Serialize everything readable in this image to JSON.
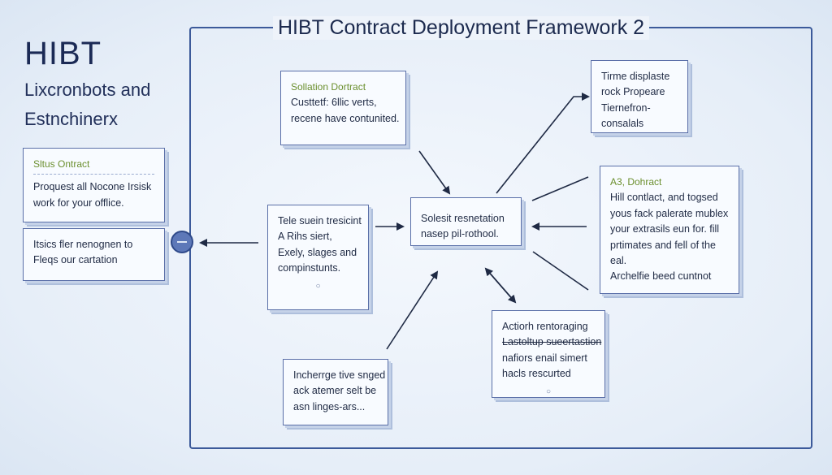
{
  "left": {
    "title": "HIBT",
    "sub1": "Lixcronbots and",
    "sub2": "Estnchinerx"
  },
  "frame": {
    "title": "HIBT Contract Deployment Framework 2"
  },
  "cards": {
    "left_top": {
      "header": "Sltus Ontract",
      "lines": [
        "Proquest all Nocone Irsisk",
        "work for your offlice."
      ]
    },
    "left_bottom": {
      "lines": [
        "Itsics fler nenognen to",
        "Fleqs our cartation"
      ]
    },
    "solation": {
      "header": "Sollation Dortract",
      "lines": [
        "Custtetf: 6llic verts,",
        "recene have contunited."
      ]
    },
    "top_right": {
      "lines": [
        "Tirme displaste",
        "rock Propeare",
        "Tiernefron-",
        "consalals"
      ]
    },
    "mid_left": {
      "lines": [
        "Tele suein tresicint",
        "A Rihs siert,",
        "Exely, slages and",
        "compinstunts."
      ],
      "dot": "○"
    },
    "center": {
      "lines": [
        "Solesit resnetation",
        "nasep pil-rothool."
      ]
    },
    "right": {
      "header": "A3, Dohract",
      "lines": [
        "Hill contlact, and togsed",
        "yous fack palerate mublex",
        "your extrasils eun for. fill",
        "prtimates and fell of the",
        "eal.",
        "Archelfie beed cuntnot"
      ]
    },
    "bottom_center": {
      "lines": [
        "Incherrge tive snged",
        "ack atemer selt be",
        "asn linges-ars..."
      ]
    },
    "bottom_right": {
      "lines": [
        "Actiorh rentoraging",
        "Lastoltup sueertastion",
        "nafiors enail simert",
        "hacls rescurted"
      ],
      "dot": "○"
    }
  }
}
